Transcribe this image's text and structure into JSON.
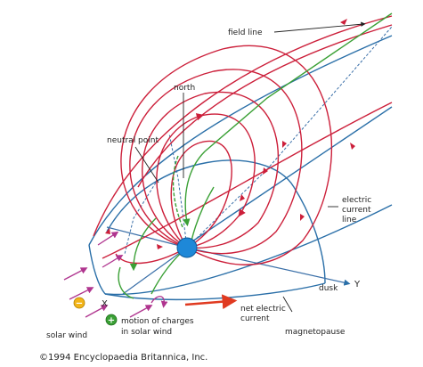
{
  "labels": {
    "field_line": "field line",
    "north": "north",
    "neutral_point": "neutral point",
    "electric_current_line": [
      "electric",
      "current",
      "line"
    ],
    "dusk": "dusk",
    "axis_y": "Y",
    "axis_x": "X",
    "net_electric_current": [
      "net electric",
      "current"
    ],
    "motion_of_charges": [
      "motion of charges",
      "in solar wind"
    ],
    "solar_wind": "solar wind",
    "magnetopause": "magnetopause",
    "minus_sign": "−",
    "plus_sign": "+"
  },
  "credit": "©1994 Encyclopaedia Britannica, Inc.",
  "colors": {
    "field_lines": "#cc1f3a",
    "magnetopause": "#2a6fa8",
    "axes_dashed": "#3a6fa8",
    "current_paths": "#3aa035",
    "solar_wind_arrows": "#b0358f",
    "earth": "#1e88d8",
    "negative_charge": "#f2b418",
    "positive_charge": "#3aa035",
    "net_current_arrow": "#e03a20",
    "text": "#222222"
  }
}
